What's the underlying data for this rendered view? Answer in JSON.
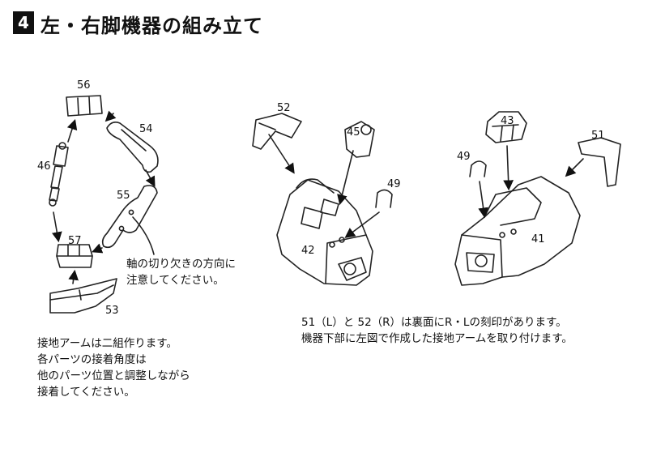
{
  "step": {
    "number": "4",
    "title": "左・右脚機器の組み立て"
  },
  "parts": {
    "p56": "56",
    "p54": "54",
    "p46": "46",
    "p55": "55",
    "p57": "57",
    "p53": "53",
    "p52": "52",
    "p45": "45",
    "p49a": "49",
    "p42": "42",
    "p43": "43",
    "p51": "51",
    "p49b": "49",
    "p41": "41"
  },
  "notes": {
    "cutout": [
      "軸の切り欠きの方向に",
      "注意してください。"
    ],
    "arm": [
      "接地アームは二組作ります。",
      "各パーツの接着角度は",
      "他のパーツ位置と調整しながら",
      "接着してください。"
    ],
    "marks": [
      "51（L）と 52（R）は裏面にR・Lの刻印があります。",
      "機器下部に左図で作成した接地アームを取り付けます。"
    ]
  }
}
